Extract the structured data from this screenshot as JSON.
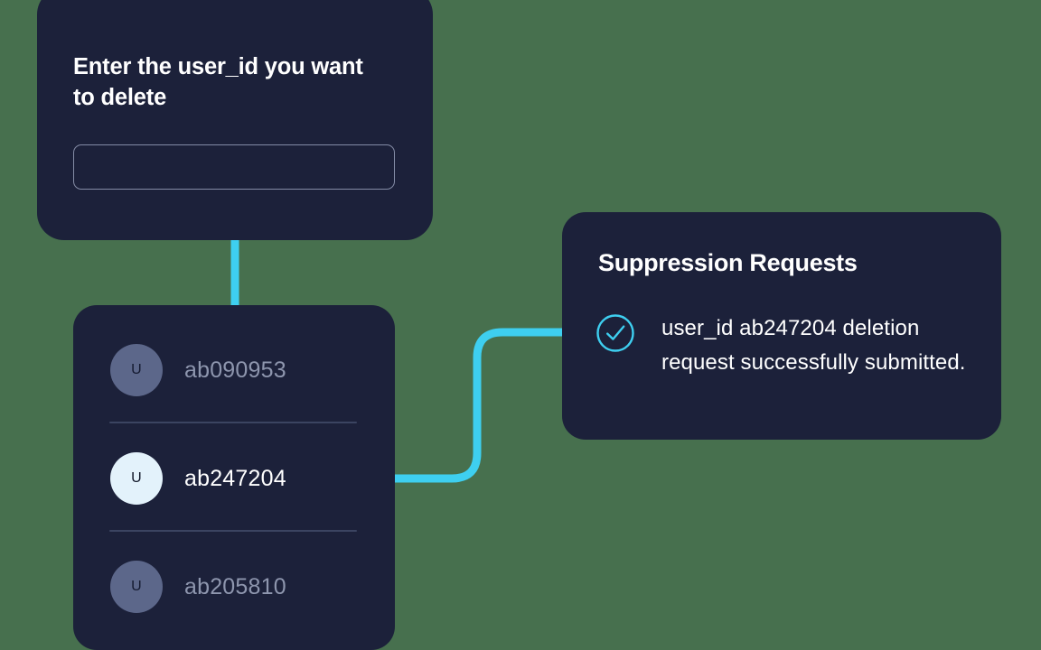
{
  "theme": {
    "background_green": "#47704e",
    "card_navy": "#1c213a",
    "accent_cyan": "#3ecff0",
    "text_white": "#ffffff",
    "text_muted": "#8e96ae",
    "divider": "#3b4461",
    "avatar_dim": "#5c678a",
    "avatar_selected": "#e3f2fb",
    "input_border": "#848ca6"
  },
  "prompt_card": {
    "title": "Enter the user_id you want to delete",
    "input": {
      "value": "",
      "placeholder": ""
    }
  },
  "user_list_card": {
    "rows": [
      {
        "avatar_initial": "U",
        "user_id": "ab090953",
        "state": "dim"
      },
      {
        "avatar_initial": "U",
        "user_id": "ab247204",
        "state": "selected"
      },
      {
        "avatar_initial": "U",
        "user_id": "ab205810",
        "state": "dim"
      }
    ]
  },
  "suppression_card": {
    "title": "Suppression Requests",
    "items": [
      {
        "icon": "check-circle-icon",
        "message": "user_id ab247204 deletion request successfully submitted."
      }
    ]
  },
  "connectors": [
    {
      "name": "prompt-to-userlist",
      "color": "#3ecff0"
    },
    {
      "name": "userlist-to-suppression",
      "color": "#3ecff0"
    }
  ]
}
